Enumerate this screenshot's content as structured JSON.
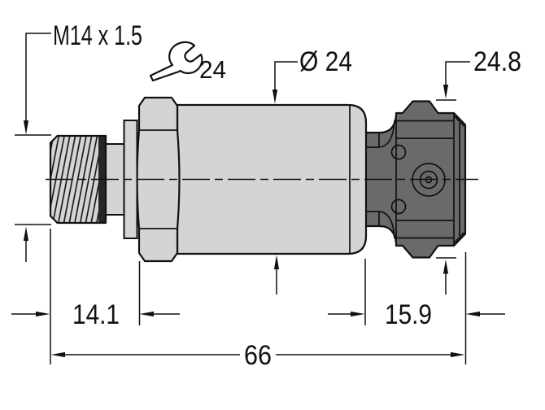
{
  "drawing": {
    "labels": {
      "thread_spec": "M14 x 1.5",
      "wrench_size": "24",
      "body_diameter": "Ø 24",
      "connector_height": "24.8",
      "thread_section_length": "14.1",
      "connector_section_length": "15.9",
      "overall_length": "66"
    },
    "colors": {
      "body_fill": "#d4d4d4",
      "connector_fill": "#6a6a6a",
      "outline": "#111111",
      "background": "#ffffff"
    },
    "icons": {
      "wrench_icon": "open-end-wrench"
    }
  }
}
